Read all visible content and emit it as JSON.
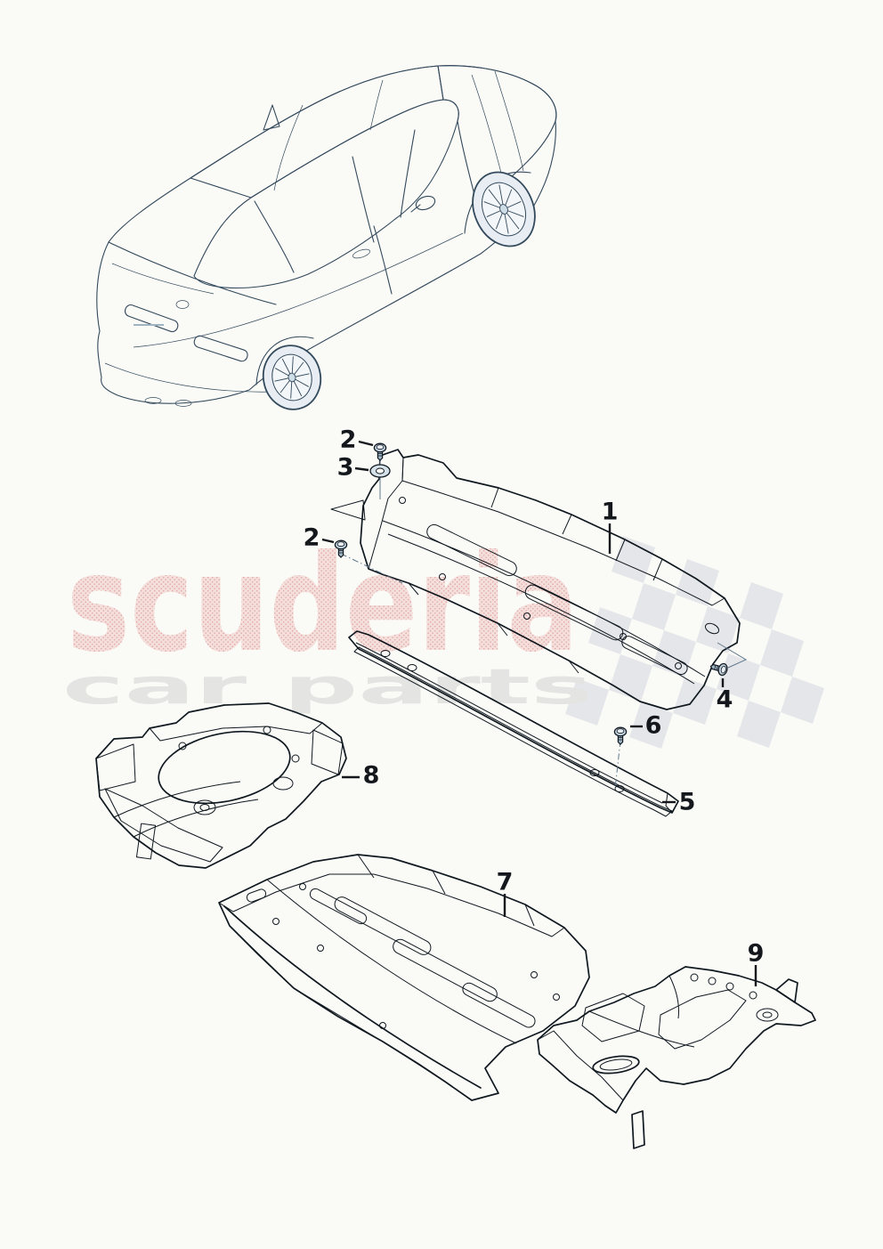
{
  "watermark": {
    "brand": "scuderia",
    "tagline": "car parts",
    "brand_fill": "#fadede",
    "brand_dot": "#df9d9d",
    "tagline_color": "#e4e4e2",
    "flag_color": "#e3e4e8"
  },
  "callouts": {
    "panel1": "1",
    "screw2_top": "2",
    "screw2_left": "2",
    "washer3": "3",
    "screw4": "4",
    "rail5": "5",
    "screw6": "6",
    "floor7": "7",
    "bracket8": "8",
    "shield9": "9"
  },
  "palette": {
    "background": "#fafbf7",
    "part_fill": "#c9d7e1",
    "part_shade": "#a3bac9",
    "part_dark": "#7f98aa",
    "part_light": "#e6edf2",
    "outline": "#101820",
    "car_line": "#33495c",
    "car_body": "#eef2f5",
    "car_roof": "#cfdde6",
    "car_glass": "#b7c8d5",
    "leader": "#14181c"
  }
}
